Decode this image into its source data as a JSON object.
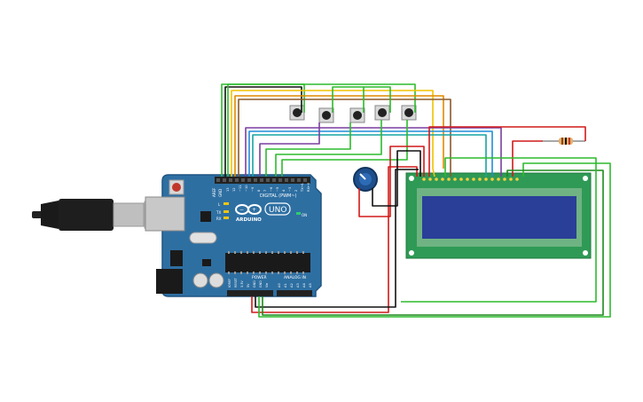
{
  "board": {
    "brand": "ARDUINO",
    "model": "UNO",
    "digital_label": "DIGITAL (PWM~)",
    "power_label": "POWER",
    "analog_label": "ANALOG IN",
    "on_label": "ON",
    "aref": "AREF",
    "gnd": "GND",
    "tx": "TX",
    "rx": "RX",
    "l": "L",
    "digital_pins": [
      "13",
      "12",
      "~11",
      "~10",
      "~9",
      "8",
      "7",
      "~6",
      "~5",
      "4",
      "~3",
      "2",
      "TX→1",
      "RX←0"
    ],
    "power_pins": [
      "IOREF",
      "RESET",
      "3.3V",
      "5V",
      "GND",
      "GND",
      "Vin"
    ],
    "analog_pins": [
      "A0",
      "A1",
      "A2",
      "A3",
      "A4",
      "A5"
    ]
  },
  "colors": {
    "board": "#2e6fa2",
    "board_edge": "#1f5582",
    "lcd_pcb": "#2f9a55",
    "lcd_screen": "#2a3f98",
    "wire_green": "#2dbb2d",
    "wire_dark_green": "#1b8a1b",
    "wire_red": "#d11a1a",
    "wire_black": "#111111",
    "wire_yellow": "#f2c200",
    "wire_orange": "#e08a00",
    "wire_brown": "#8b5a2b",
    "wire_purple": "#7a3fa0",
    "wire_blue": "#1e8ed8",
    "wire_teal": "#17a3a3"
  },
  "components": {
    "buttons_count": 5,
    "lcd": "16x2 LCD",
    "potentiometer": "potentiometer",
    "resistor": "resistor",
    "usb": "USB cable"
  }
}
